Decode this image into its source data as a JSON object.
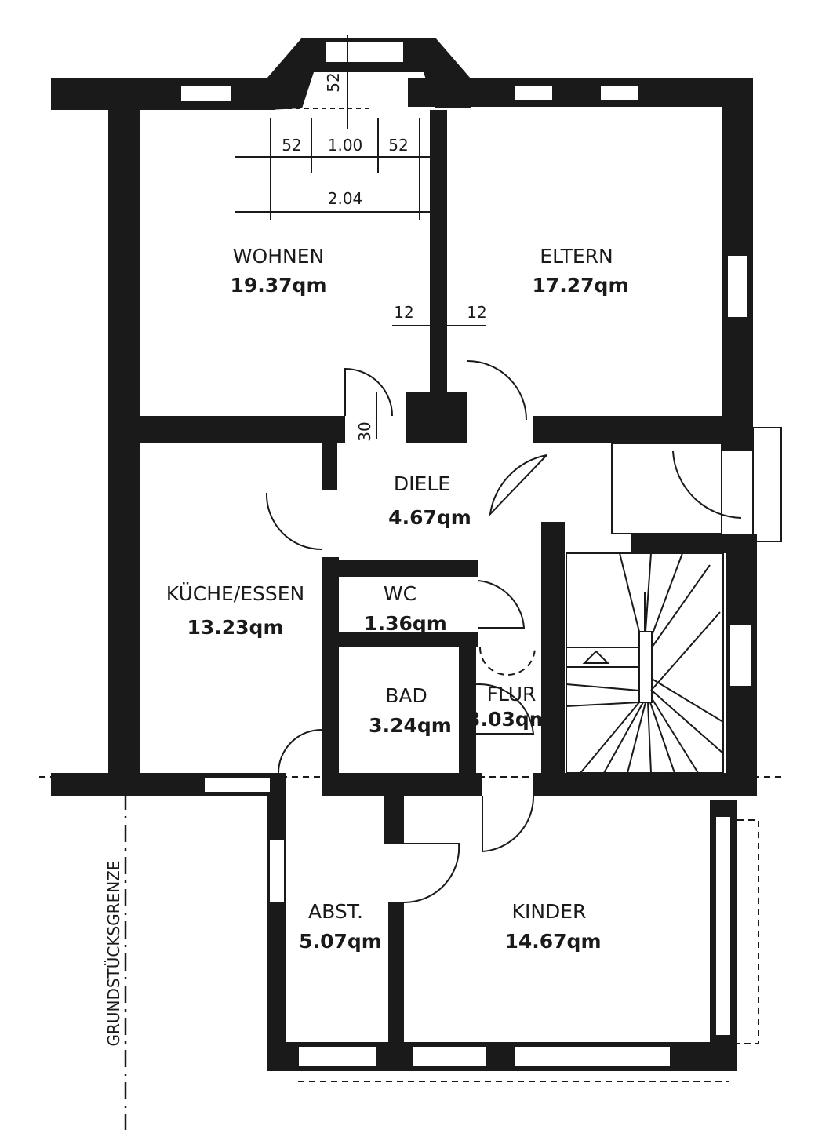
{
  "rooms": {
    "wohnen": {
      "name": "WOHNEN",
      "area": "19.37qm"
    },
    "eltern": {
      "name": "ELTERN",
      "area": "17.27qm"
    },
    "diele": {
      "name": "DIELE",
      "area": "4.67qm"
    },
    "kueche": {
      "name": "KÜCHE/ESSEN",
      "area": "13.23qm"
    },
    "wc": {
      "name": "WC",
      "area": "1.36qm"
    },
    "bad": {
      "name": "BAD",
      "area": "3.24qm"
    },
    "flur": {
      "name": "FLUR",
      "area": "3.03qm"
    },
    "abst": {
      "name": "ABST.",
      "area": "5.07qm"
    },
    "kinder": {
      "name": "KINDER",
      "area": "14.67qm"
    }
  },
  "dimensions": {
    "bay_depth": "52",
    "bay_left": "52",
    "bay_center": "1.00",
    "bay_right": "52",
    "bay_total": "2.04",
    "wall_left": "12",
    "wall_right": "12",
    "door_offset": "30"
  },
  "boundary_label": "GRUNDSTÜCKSGRENZE"
}
